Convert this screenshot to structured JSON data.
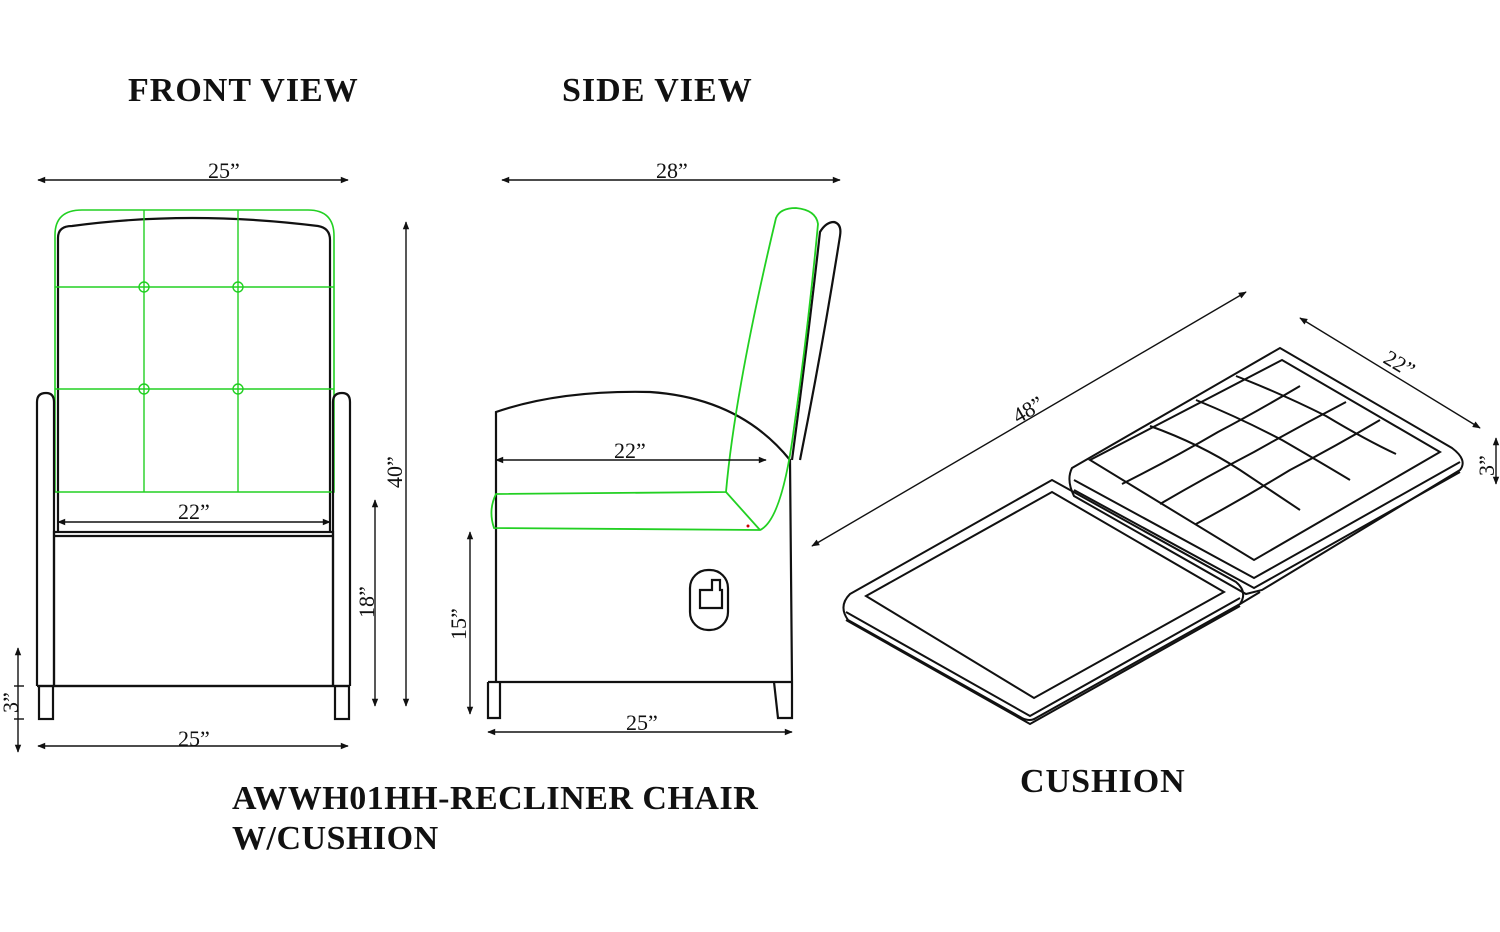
{
  "front_view": {
    "title": "FRONT  VIEW",
    "dims": {
      "top_width": "25”",
      "height": "40”",
      "seat_width": "22”",
      "seat_height": "18”",
      "leg_height": "3”",
      "bottom_width": "25”"
    }
  },
  "side_view": {
    "title": "SIDE  VIEW",
    "dims": {
      "top_depth": "28”",
      "seat_depth": "22”",
      "seat_height": "15”",
      "bottom_depth": "25”"
    }
  },
  "cushion_view": {
    "title": "CUSHION",
    "dims": {
      "length": "48”",
      "width": "22”",
      "thickness": "3”"
    }
  },
  "caption": {
    "line1": "AWWH01HH-RECLINER  CHAIR",
    "line2": "W/CUSHION"
  },
  "colors": {
    "line": "#111111",
    "cushion_outline": "#22d022",
    "marker": "#cc0000"
  }
}
